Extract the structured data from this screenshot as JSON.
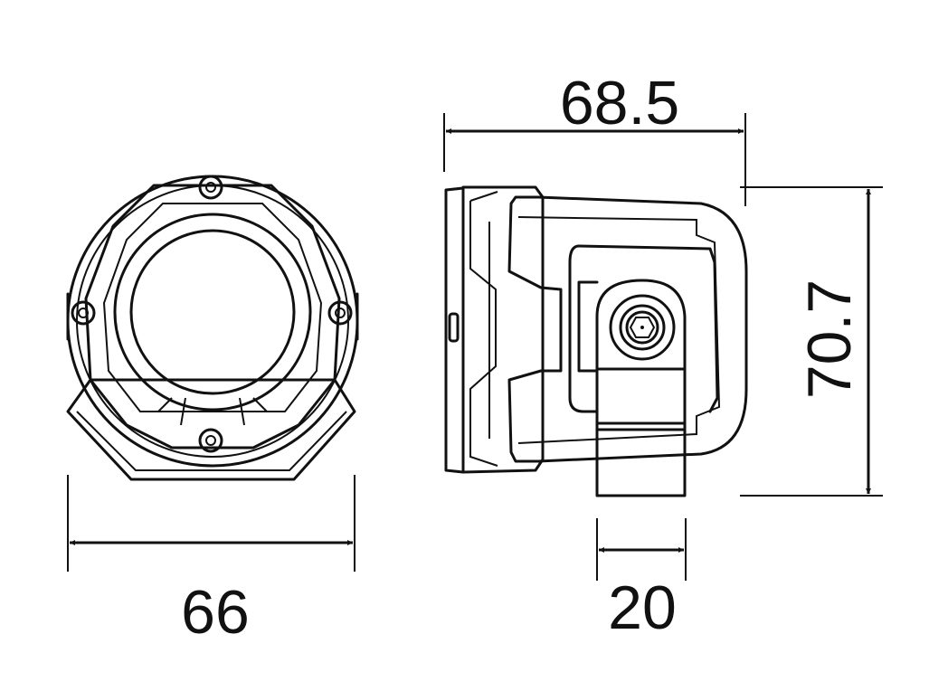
{
  "dimensions": {
    "width_front": "66",
    "depth_side": "68.5",
    "height_side": "70.7",
    "bracket_width": "20"
  },
  "colors": {
    "line": "#111111",
    "background": "#ffffff"
  }
}
